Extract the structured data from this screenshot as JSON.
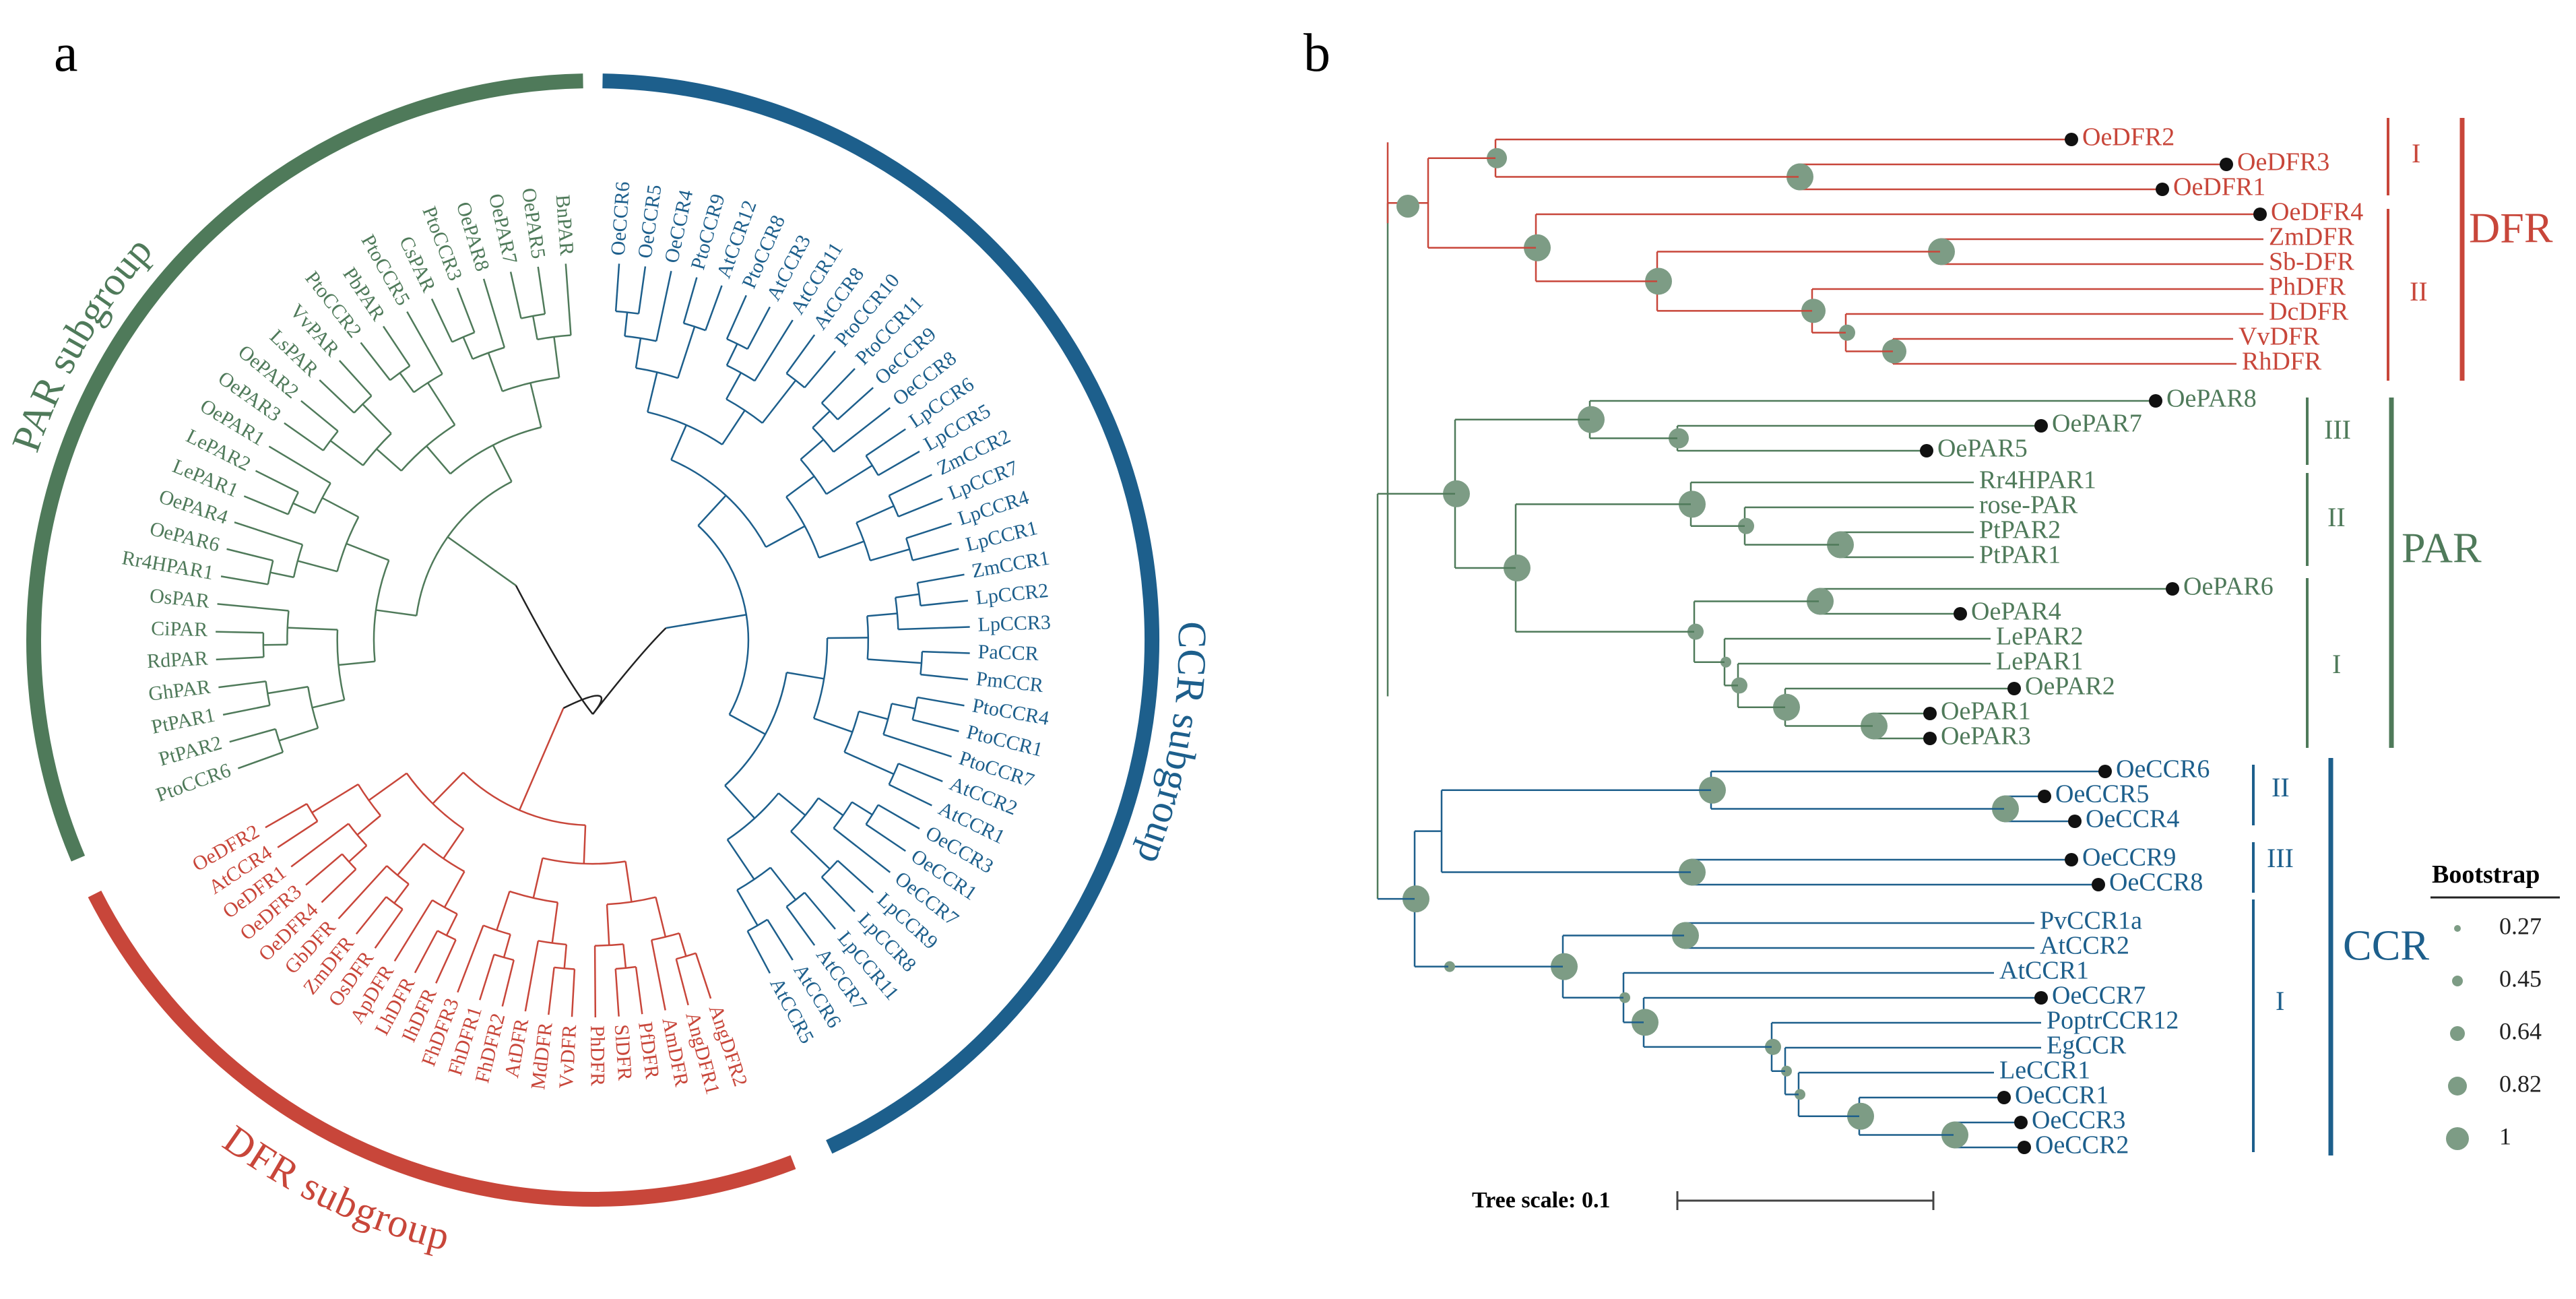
{
  "colors": {
    "dfr": "#c8463a",
    "par": "#4f7a5a",
    "ccr": "#1d5f8c",
    "root": "#222222",
    "bootstrap": "#7d9c85",
    "scale": "#444444"
  },
  "panel_a": {
    "label": "a",
    "groups": {
      "par": {
        "label": "PAR subgroup",
        "leaves": [
          "PtoCCR6",
          "PtPAR2",
          "PtPAR1",
          "GhPAR",
          "RdPAR",
          "CiPAR",
          "OsPAR",
          "Rr4HPAR1",
          "OePAR6",
          "OePAR4",
          "LePAR1",
          "LePAR2",
          "OePAR1",
          "OePAR3",
          "OePAR2",
          "LsPAR",
          "VvPAR",
          "PtoCCR2",
          "PbPAR",
          "PtoCCR5",
          "CsPAR",
          "PtoCCR3",
          "OePAR8",
          "OePAR7",
          "OePAR5",
          "BnPAR"
        ]
      },
      "dfr": {
        "label": "DFR subgroup",
        "leaves": [
          "AngDFR2",
          "AngDFR1",
          "AmDFR",
          "PfDFR",
          "SlDFR",
          "PhDFR",
          "VvDFR",
          "MdDFR",
          "AtDFR",
          "FhDFR2",
          "FhDFR1",
          "FhDFR3",
          "IhDFR",
          "LhDFR",
          "ApDFR",
          "OsDFR",
          "ZmDFR",
          "GbDFR",
          "OeDFR4",
          "OeDFR3",
          "OeDFR1",
          "AtCCR4",
          "OeDFR2"
        ]
      },
      "ccr": {
        "label": "CCR subgroup",
        "leaves": [
          "OeCCR6",
          "OeCCR5",
          "OeCCR4",
          "PtoCCR9",
          "AtCCR12",
          "PtoCCR8",
          "AtCCR3",
          "AtCCR11",
          "AtCCR8",
          "PtoCCR10",
          "PtoCCR11",
          "OeCCR9",
          "OeCCR8",
          "LpCCR6",
          "LpCCR5",
          "ZmCCR2",
          "LpCCR7",
          "LpCCR4",
          "LpCCR1",
          "ZmCCR1",
          "LpCCR2",
          "LpCCR3",
          "PaCCR",
          "PmCCR",
          "PtoCCR4",
          "PtoCCR1",
          "PtoCCR7",
          "AtCCR2",
          "AtCCR1",
          "OeCCR3",
          "OeCCR1",
          "OeCCR7",
          "LpCCR9",
          "LpCCR8",
          "LpCCR11",
          "AtCCR7",
          "AtCCR6",
          "AtCCR5"
        ]
      }
    }
  },
  "panel_b": {
    "label": "b",
    "dfr_leaves": [
      {
        "name": "OeDFR2",
        "dot": true
      },
      {
        "name": "OeDFR3",
        "dot": true
      },
      {
        "name": "OeDFR1",
        "dot": true
      },
      {
        "name": "OeDFR4",
        "dot": true
      },
      {
        "name": "ZmDFR",
        "dot": false
      },
      {
        "name": "Sb-DFR",
        "dot": false
      },
      {
        "name": "PhDFR",
        "dot": false
      },
      {
        "name": "DcDFR",
        "dot": false
      },
      {
        "name": "VvDFR",
        "dot": false
      },
      {
        "name": "RhDFR",
        "dot": false
      }
    ],
    "par_leaves": [
      {
        "name": "OePAR8",
        "dot": true
      },
      {
        "name": "OePAR7",
        "dot": true
      },
      {
        "name": "OePAR5",
        "dot": true
      },
      {
        "name": "Rr4HPAR1",
        "dot": false
      },
      {
        "name": "rose-PAR",
        "dot": false
      },
      {
        "name": "PtPAR2",
        "dot": false
      },
      {
        "name": "PtPAR1",
        "dot": false
      },
      {
        "name": "OePAR6",
        "dot": true
      },
      {
        "name": "OePAR4",
        "dot": true
      },
      {
        "name": "LePAR2",
        "dot": false
      },
      {
        "name": "LePAR1",
        "dot": false
      },
      {
        "name": "OePAR2",
        "dot": true
      },
      {
        "name": "OePAR1",
        "dot": true
      },
      {
        "name": "OePAR3",
        "dot": true
      }
    ],
    "ccr_leaves": [
      {
        "name": "OeCCR6",
        "dot": true
      },
      {
        "name": "OeCCR5",
        "dot": true
      },
      {
        "name": "OeCCR4",
        "dot": true
      },
      {
        "name": "OeCCR9",
        "dot": true
      },
      {
        "name": "OeCCR8",
        "dot": true
      },
      {
        "name": "PvCCR1a",
        "dot": false
      },
      {
        "name": "AtCCR2",
        "dot": false
      },
      {
        "name": "AtCCR1",
        "dot": false
      },
      {
        "name": "OeCCR7",
        "dot": true
      },
      {
        "name": "PoptrCCR12",
        "dot": false
      },
      {
        "name": "EgCCR",
        "dot": false
      },
      {
        "name": "LeCCR1",
        "dot": false
      },
      {
        "name": "OeCCR1",
        "dot": true
      },
      {
        "name": "OeCCR3",
        "dot": true
      },
      {
        "name": "OeCCR2",
        "dot": true
      }
    ],
    "clade_labels": {
      "dfr": {
        "name": "DFR",
        "sub": [
          "I",
          "II"
        ]
      },
      "par": {
        "name": "PAR",
        "sub": [
          "III",
          "II",
          "I"
        ]
      },
      "ccr": {
        "name": "CCR",
        "sub": [
          "II",
          "III",
          "I"
        ]
      }
    },
    "legend": {
      "title": "Bootstrap",
      "values": [
        "0.27",
        "0.45",
        "0.64",
        "0.82",
        "1"
      ]
    },
    "tree_scale": {
      "label": "Tree scale: 0.1"
    }
  }
}
